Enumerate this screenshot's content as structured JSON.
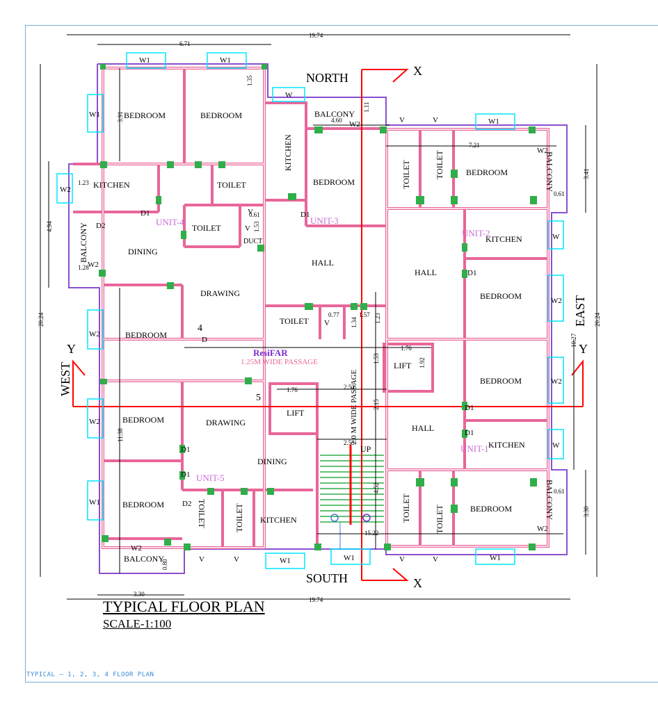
{
  "drawing": {
    "title": "TYPICAL FLOOR PLAN",
    "scale": "SCALE-1:100",
    "sheet_label": "TYPICAL – 1, 2, 3, 4 FLOOR PLAN",
    "colors": {
      "wall": "#e8669a",
      "wall_inner": "#ffffff",
      "outline": "#8a4fd0",
      "door": "#2fae4a",
      "window": "#00e5ff",
      "section": "#ff0000",
      "dimension": "#000000",
      "unit_label": "#c86bd6"
    }
  },
  "compass": {
    "north": "NORTH",
    "south": "SOUTH",
    "east": "EAST",
    "west": "WEST",
    "section_x": "X",
    "section_y": "Y"
  },
  "dimensions": {
    "overall_top": "19.74",
    "overall_bottom": "19.74",
    "left_top": "6.71",
    "bottom_left": "3.30",
    "left_total": "20.24",
    "right_total": "20.24",
    "left_upper": "4.94",
    "left_lower": "11.38",
    "right_upper": "3.41",
    "right_lower": "3.30",
    "right_mid": "10.27",
    "d_391": "3.91",
    "d_135": "1.35",
    "d_123": "1.23",
    "d_128": "1.28",
    "d_460": "4.60",
    "d_111": "1.11",
    "d_721": "7.21",
    "d_061a": "0.61",
    "d_061b": "0.61",
    "d_061c": "0.61",
    "d_153": "1.53",
    "d_077": "0.77",
    "d_157": "1.57",
    "d_134": "1.34",
    "d_123b": "1.23",
    "d_176a": "1.76",
    "d_176b": "1.76",
    "d_192": "1.92",
    "d_253a": "2.53",
    "d_253b": "2.53",
    "d_215": "2.15",
    "d_452": "4.52",
    "d_1522": "15.22",
    "d_080": "0.80",
    "d_153b": "1.53"
  },
  "rooms": {
    "bedroom": "BEDROOM",
    "kitchen": "KITCHEN",
    "toilet": "TOILET",
    "balcony": "BALCONY",
    "dining": "DINING",
    "drawing": "DRAWING",
    "hall": "HALL",
    "lift": "LIFT",
    "duct": "DUCT",
    "up": "UP",
    "passage_top": "1.25M WIDE PASSAGE",
    "passage_vertical": "2.0 M WIDE PASSAGE",
    "resi_far": "ResiFAR"
  },
  "units": {
    "u1": "UNIT-1",
    "u2": "UNIT-2",
    "u3": "UNIT-3",
    "u4": "UNIT-4",
    "u5": "UNIT-5",
    "num4": "4",
    "num5": "5"
  },
  "openings": {
    "w": "W",
    "w1": "W1",
    "w2": "W2",
    "v": "V",
    "d": "D",
    "d1": "D1",
    "d2": "D2"
  }
}
